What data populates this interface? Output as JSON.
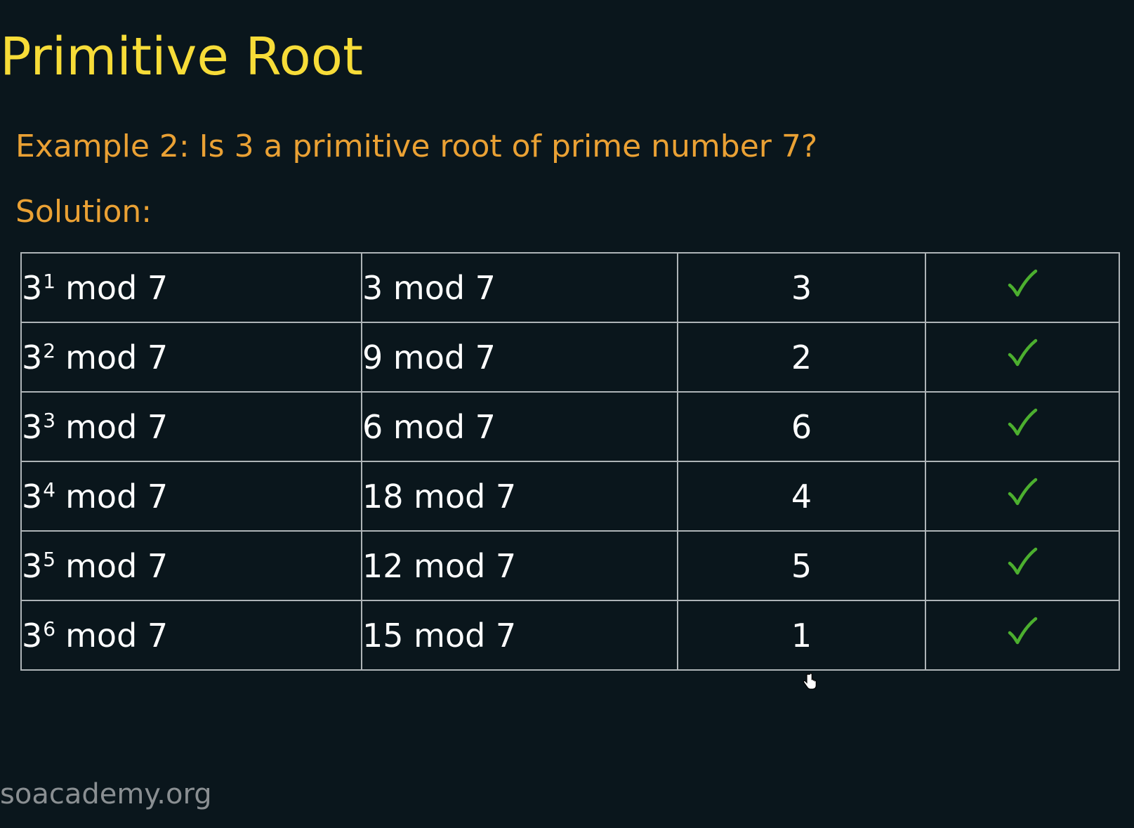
{
  "title": "Primitive Root",
  "question": "Example 2: Is 3 a primitive root of prime number 7?",
  "solution_label": "Solution:",
  "rows": [
    {
      "base": "3",
      "exp": "1",
      "expr_suffix": "mod 7",
      "reduced": "3 mod 7",
      "result": "3",
      "check": "check-icon"
    },
    {
      "base": "3",
      "exp": "2",
      "expr_suffix": "mod 7",
      "reduced": "9 mod 7",
      "result": "2",
      "check": "check-icon"
    },
    {
      "base": "3",
      "exp": "3",
      "expr_suffix": "mod 7",
      "reduced": "6 mod 7",
      "result": "6",
      "check": "check-icon"
    },
    {
      "base": "3",
      "exp": "4",
      "expr_suffix": "mod 7",
      "reduced": "18 mod 7",
      "result": "4",
      "check": "check-icon"
    },
    {
      "base": "3",
      "exp": "5",
      "expr_suffix": "mod 7",
      "reduced": "12 mod 7",
      "result": "5",
      "check": "check-icon"
    },
    {
      "base": "3",
      "exp": "6",
      "expr_suffix": "mod 7",
      "reduced": "15 mod 7",
      "result": "1",
      "check": "check-icon"
    }
  ],
  "watermark": "soacademy.org",
  "colors": {
    "background": "#0a161c",
    "title": "#f7dc38",
    "question": "#eaa134",
    "check": "#4caf2f",
    "grid": "#aeb4b7"
  }
}
